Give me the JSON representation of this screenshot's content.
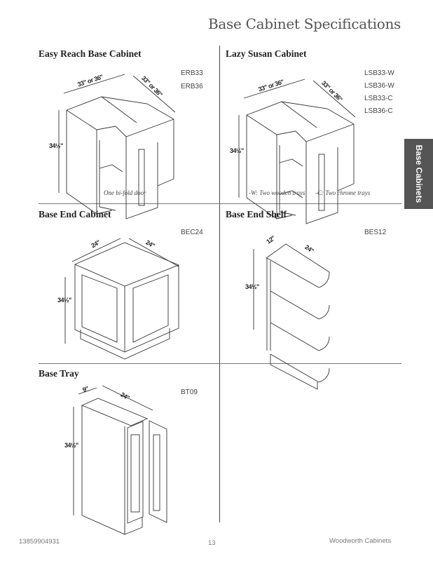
{
  "page": {
    "title": "Base Cabinet Specifications",
    "side_tab": "Base Cabinets",
    "footer": {
      "phone": "13859904931",
      "page_number": "13",
      "brand": "Woodworth Cabinets"
    }
  },
  "sections": [
    {
      "heading": "Easy Reach Base Cabinet",
      "codes": [
        "ERB33",
        "ERB36"
      ],
      "dims": {
        "width": "33\" or 36\"",
        "depth": "33\" or 36\"",
        "height": "34½\""
      },
      "caption": "One bi-fold door"
    },
    {
      "heading": "Lazy Susan Cabinet",
      "codes": [
        "LSB33-W",
        "LSB36-W",
        "LSB33-C",
        "LSB36-C"
      ],
      "dims": {
        "width": "33\" or 36\"",
        "depth": "33\" or 36\"",
        "height": "34½\""
      },
      "caption_w": "-W: Two wooden trays",
      "caption_c": "-C: Two chrome trays"
    },
    {
      "heading": "Base End Cabinet",
      "codes": [
        "BEC24"
      ],
      "dims": {
        "left": "24\"",
        "right": "24\"",
        "height": "34½\""
      }
    },
    {
      "heading": "Base End Shelf",
      "codes": [
        "BES12"
      ],
      "dims": {
        "width": "12\"",
        "depth": "24\"",
        "height": "34½\""
      }
    },
    {
      "heading": "Base Tray",
      "codes": [
        "BT09"
      ],
      "dims": {
        "width": "9\"",
        "depth": "24\"",
        "height": "34½\""
      }
    }
  ]
}
